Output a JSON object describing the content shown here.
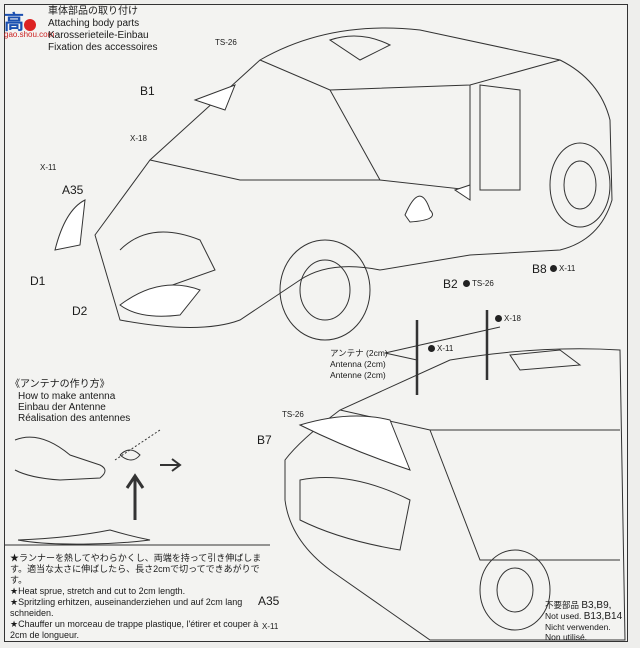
{
  "header": {
    "title_ja": "車体部品の取り付け",
    "title_en": "Attaching body parts",
    "title_de": "Karosserieteile-Einbau",
    "title_fr": "Fixation des accessoires",
    "watermark": "gao.shou.com"
  },
  "parts": {
    "b1": "B1",
    "b1_paint": "TS-26",
    "a35_top": "A35",
    "a35_top_paint": "X-11",
    "a35_top_paint2": "X-18",
    "d1": "D1",
    "d2": "D2",
    "b2": "B2",
    "b2_paint": "TS-26",
    "b8": "B8",
    "b8_paint": "X-11",
    "antenna_paint1": "X-18",
    "antenna_paint2": "X-11",
    "b7": "B7",
    "b7_paint": "TS-26",
    "a35_bottom": "A35",
    "a35_bottom_paint": "X-11"
  },
  "antenna_label": {
    "ja": "アンテナ (2cm)",
    "en": "Antenna (2cm)",
    "de": "Antenne (2cm)"
  },
  "antenna_howto": {
    "ja": "《アンテナの作り方》",
    "en": "How to make antenna",
    "de": "Einbau der Antenne",
    "fr": "Réalisation des antennes"
  },
  "instructions": {
    "ja": "★ランナーを熱してやわらかくし、両端を持って引き伸ばします。適当な太さに伸ばしたら、長さ2cmで切ってできあがりです。",
    "en": "★Heat sprue, stretch and cut to 2cm length.",
    "de": "★Spritzling erhitzen, auseinanderziehen und auf 2cm lang schneiden.",
    "fr": "★Chauffer un morceau de trappe plastique, l'étirer et couper à 2cm de longueur."
  },
  "not_used": {
    "ja": "不要部品",
    "en": "Not used.",
    "de": "Nicht verwenden.",
    "fr": "Non utilisé.",
    "parts_line1": "B3,B9,",
    "parts_line2": "B13,B14"
  },
  "colors": {
    "paper": "#f3f3f1",
    "ink": "#1a1a1a"
  }
}
